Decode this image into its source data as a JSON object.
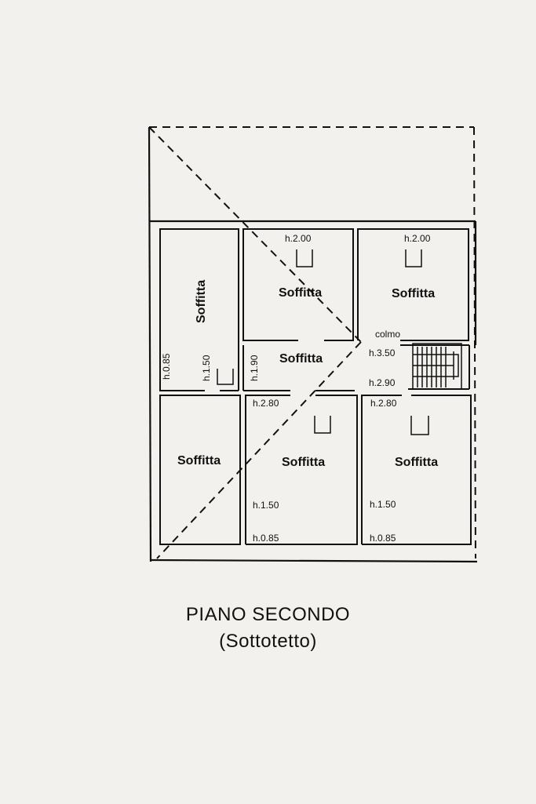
{
  "plan": {
    "title": "PIANO SECONDO",
    "subtitle": "(Sottotetto)",
    "rooms": {
      "left_vertical": "Soffitta",
      "top_middle": "Soffitta",
      "top_right": "Soffitta",
      "corridor": "Soffitta",
      "bottom_left": "Soffitta",
      "bottom_middle": "Soffitta",
      "bottom_right": "Soffitta"
    },
    "heights": {
      "top_middle": "h.2.00",
      "top_right": "h.2.00",
      "colmo_label": "colmo",
      "colmo_height": "h.3.50",
      "left_0_85": "h.0.85",
      "left_1_50": "h.1.50",
      "corridor_1_90": "h.1.90",
      "corridor_2_80_left": "h.2.80",
      "corridor_2_90": "h.2.90",
      "corridor_2_80_right": "h.2.80",
      "bm_1_50": "h.1.50",
      "bm_0_85": "h.0.85",
      "br_1_50": "h.1.50",
      "br_0_85": "h.0.85"
    }
  }
}
